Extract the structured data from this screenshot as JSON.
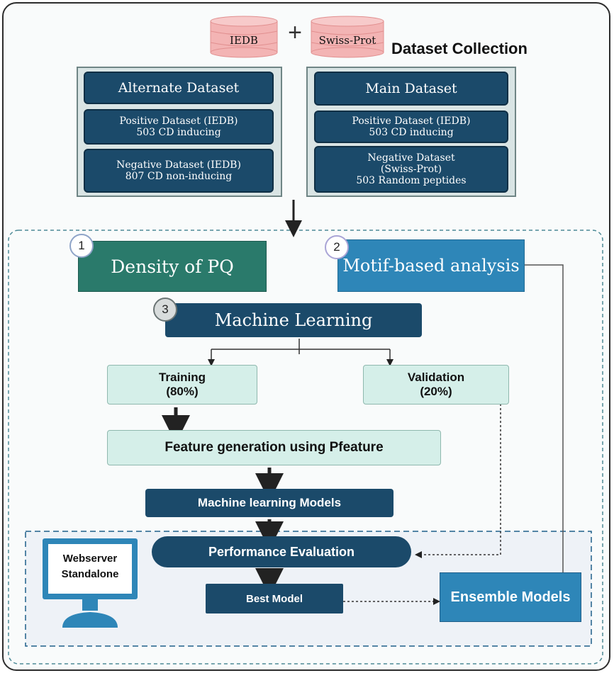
{
  "header": {
    "db1": "IEDB",
    "plus": "+",
    "db2": "Swiss-Prot",
    "title": "Dataset Collection"
  },
  "alternate": {
    "title": "Alternate Dataset",
    "pos_line1": "Positive Dataset (IEDB)",
    "pos_line2": "503 CD inducing",
    "neg_line1": "Negative Dataset (IEDB)",
    "neg_line2": "807 CD non-inducing"
  },
  "main_ds": {
    "title": "Main Dataset",
    "pos_line1": "Positive Dataset (IEDB)",
    "pos_line2": "503 CD inducing",
    "neg_line1": "Negative Dataset",
    "neg_line2": "(Swiss-Prot)",
    "neg_line3": "503 Random peptides"
  },
  "steps": {
    "s1_num": "1",
    "s1_label": "Density of PQ",
    "s2_num": "2",
    "s2_label": "Motif-based analysis",
    "s3_num": "3",
    "s3_label": "Machine Learning"
  },
  "split": {
    "train_line1": "Training",
    "train_line2": "(80%)",
    "val_line1": "Validation",
    "val_line2": "(20%)"
  },
  "pipeline": {
    "feature": "Feature generation using Pfeature",
    "models": "Machine learning Models",
    "perf": "Performance Evaluation",
    "best": "Best Model",
    "ensemble": "Ensemble Models"
  },
  "webserver": {
    "line1": "Webserver",
    "line2": "Standalone"
  },
  "colors": {
    "navy": "#1b4a6a",
    "teal": "#2a7a6b",
    "blue": "#2e86b8",
    "light_teal": "#d5efe9",
    "drum": "#f3b4b4"
  }
}
